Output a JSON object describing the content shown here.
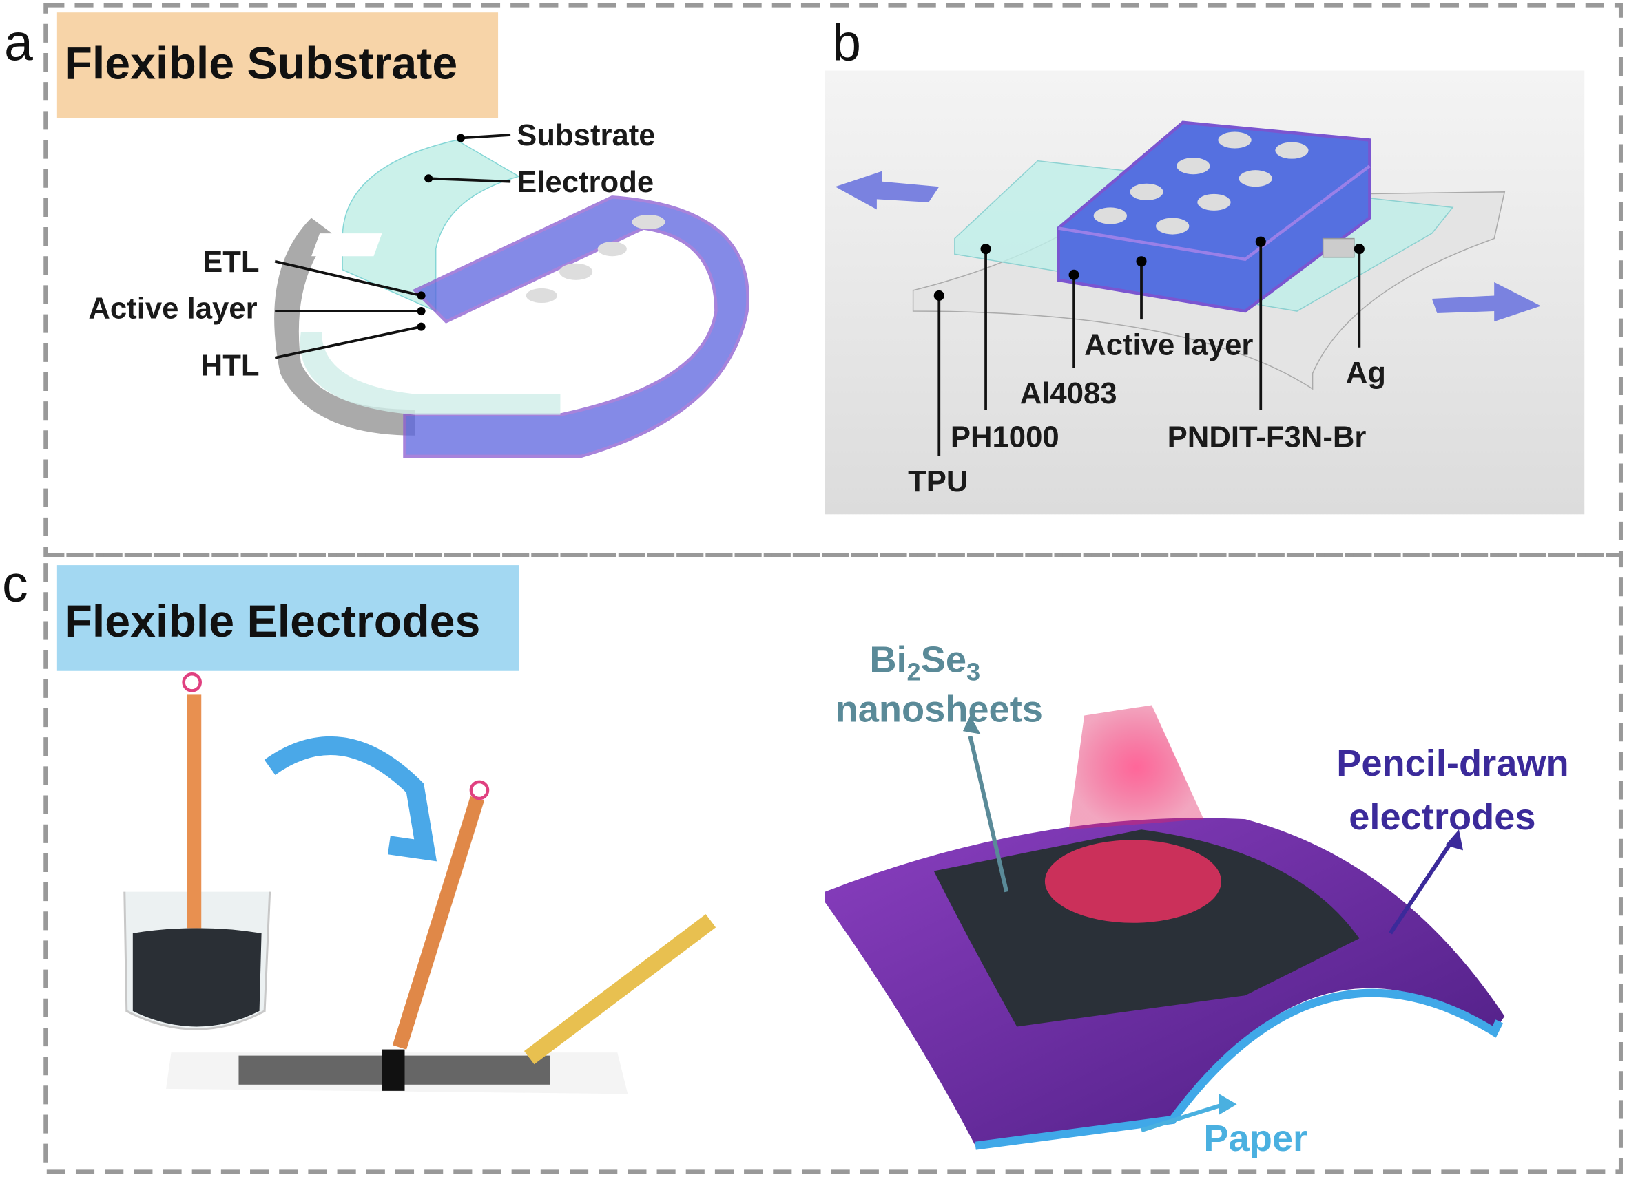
{
  "panels": {
    "a": {
      "letter": "a",
      "title": "Flexible Substrate",
      "title_bg": "#f7d4a8",
      "labels": [
        "Substrate",
        "Electrode",
        "ETL",
        "Active layer",
        "HTL"
      ]
    },
    "b": {
      "letter": "b",
      "labels": [
        "TPU",
        "PH1000",
        "Al4083",
        "Active layer",
        "PNDIT-F3N-Br",
        "Ag"
      ]
    },
    "c": {
      "letter": "c",
      "title": "Flexible Electrodes",
      "title_bg": "#a3d8f2",
      "bi2se3_main": "Bi",
      "bi2se3_sub1": "2",
      "bi2se3_mid": "Se",
      "bi2se3_sub2": "3",
      "nanosheets": "nanosheets",
      "pencil_line1": "Pencil-drawn",
      "pencil_line2": "electrodes",
      "paper": "Paper"
    }
  },
  "colors": {
    "purple": "#6a2fa0",
    "blue_layer": "#4a6fd8",
    "teal": "#5a8a98",
    "paper_blue": "#4ab0e0",
    "pencil_text": "#3b2a9a"
  }
}
